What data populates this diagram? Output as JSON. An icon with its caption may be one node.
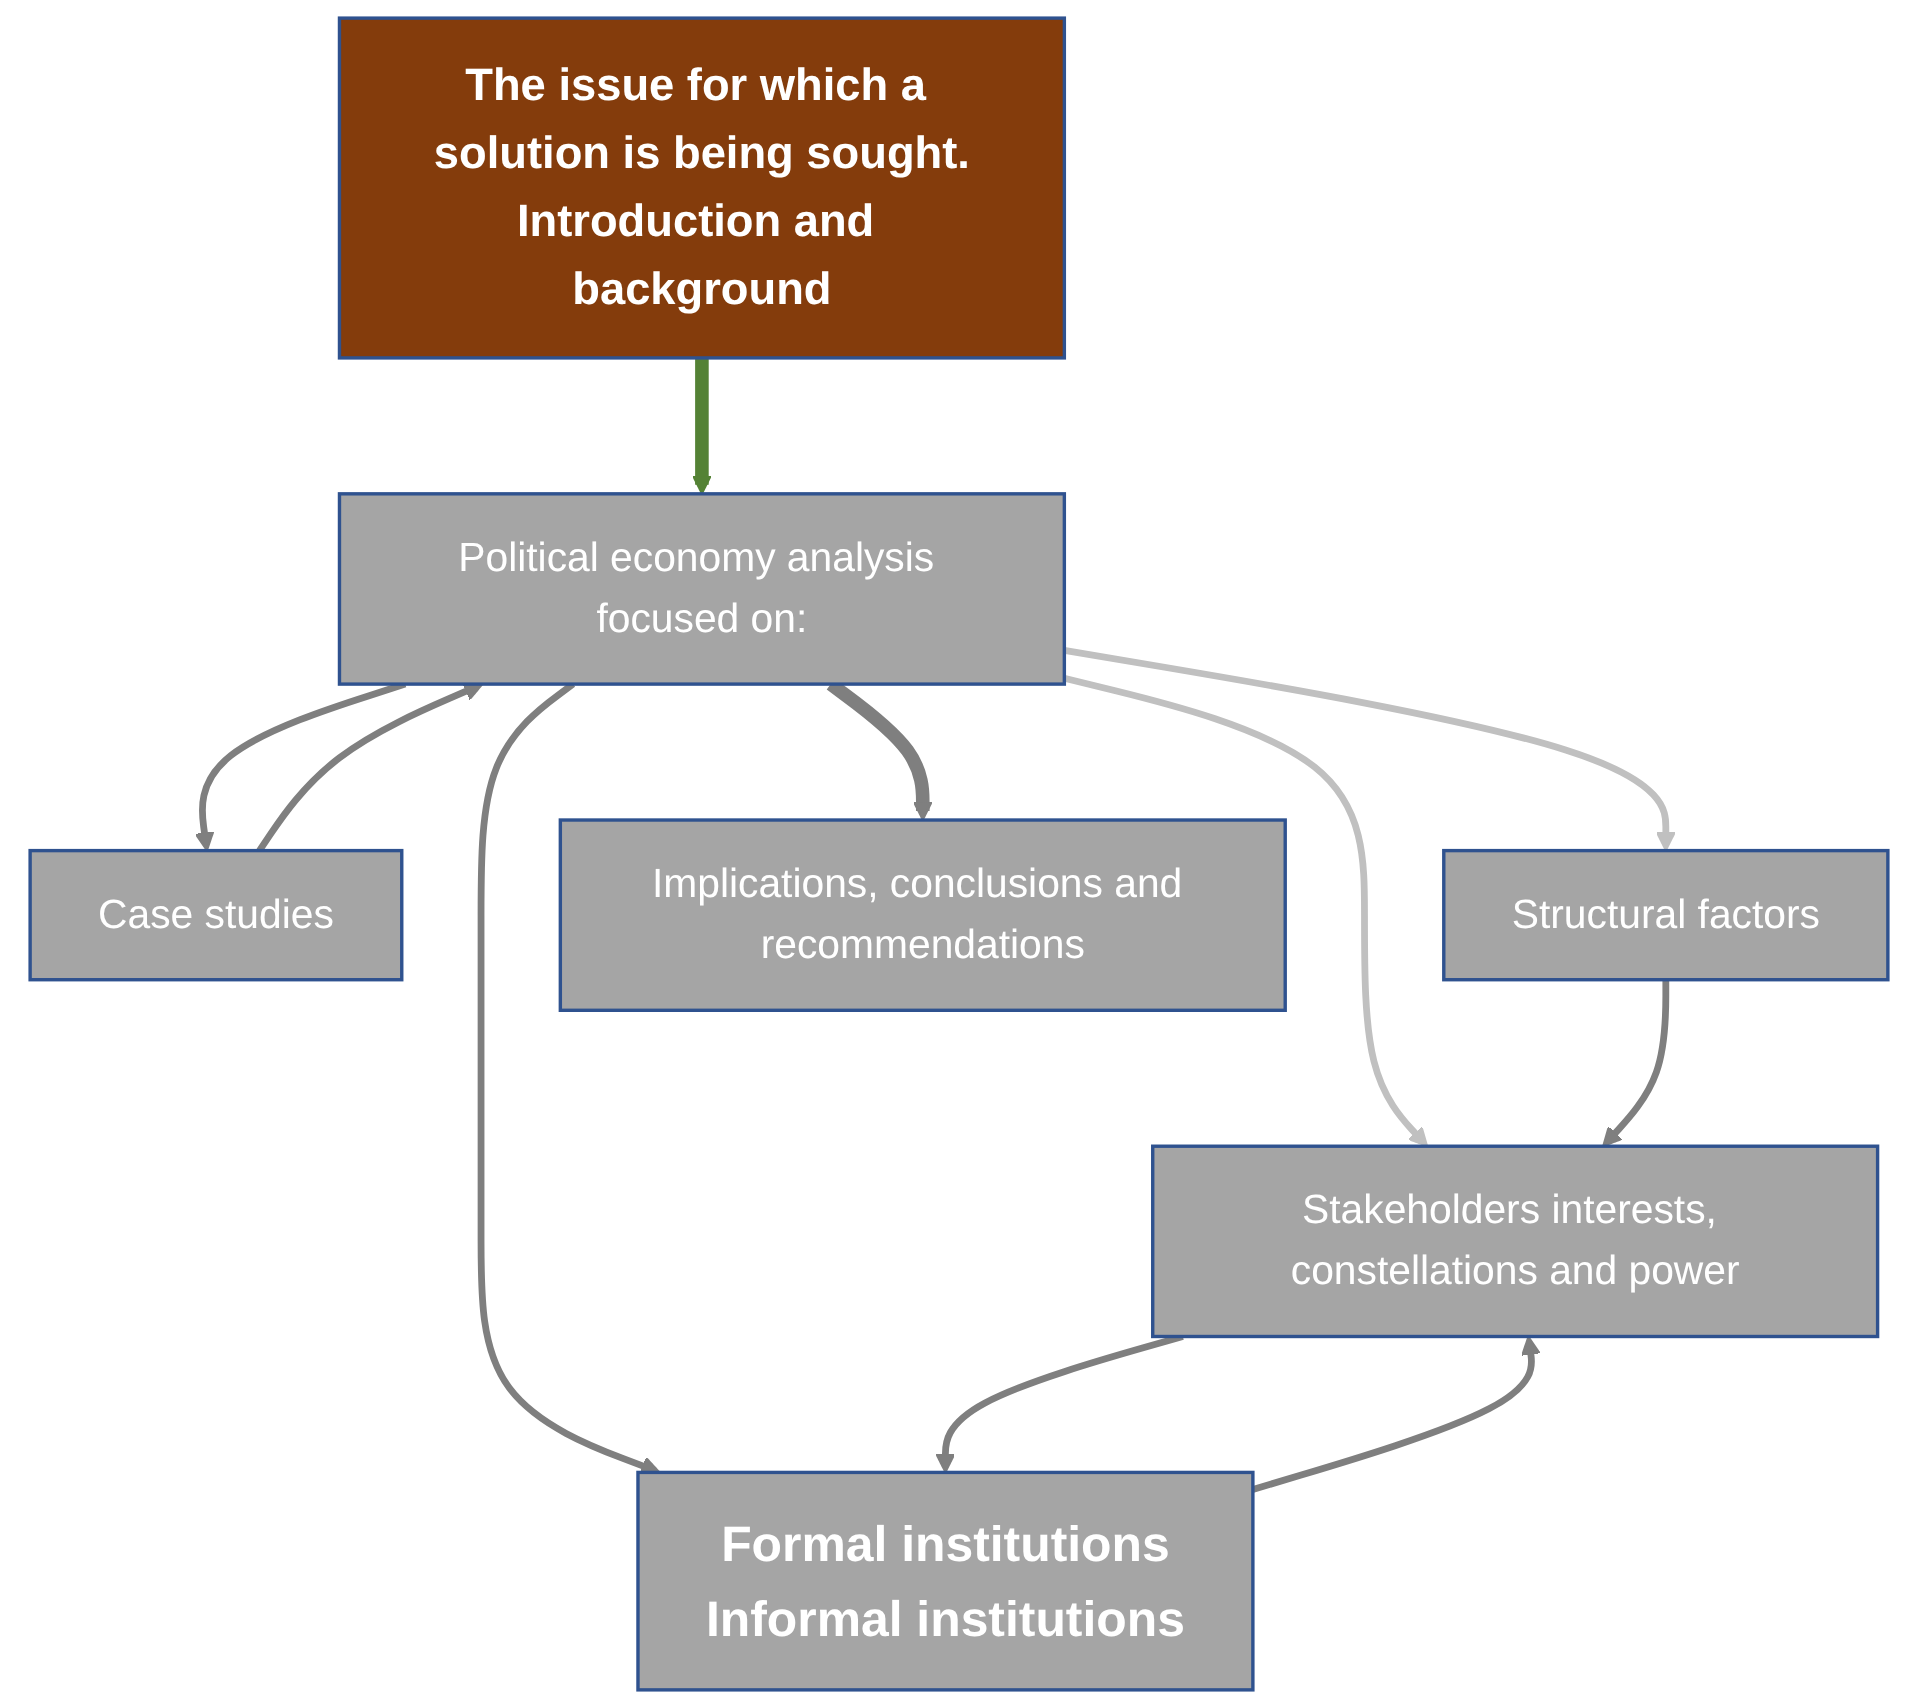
{
  "diagram": {
    "nodes": [
      {
        "text": [
          "The issue for which a solution is being sought.",
          "Introduction and background"
        ]
      },
      {
        "text": [
          "Case studies"
        ]
      },
      {
        "text": [
          "Political economy analysis focused on:"
        ]
      },
      {
        "text": [
          "Structural factors"
        ]
      },
      {
        "text": [
          "Formal institutions",
          "Informal institutions"
        ]
      },
      {
        "text": [
          "Stakeholders interests, constellations and power"
        ]
      },
      {
        "text": [
          "Implications, conclusions and recommendations"
        ]
      }
    ],
    "edges": [
      {
        "from": 0,
        "to": 2,
        "arrow": "to",
        "style": "thick",
        "color": "#548235"
      },
      {
        "from": 1,
        "to": 2,
        "arrow": "to"
      },
      {
        "from": 2,
        "to": 1,
        "arrow": "to"
      },
      {
        "from": 2,
        "to": 3,
        "arrow": "to",
        "color": "#c0c0c0"
      },
      {
        "from": 2,
        "to": 4,
        "arrow": "to"
      },
      {
        "from": 2,
        "to": 5,
        "arrow": "to",
        "color": "#c0c0c0"
      },
      {
        "from": 2,
        "to": 6,
        "arrow": "to",
        "style": "thick"
      },
      {
        "from": 5,
        "to": 4,
        "arrow": "to"
      },
      {
        "from": 4,
        "to": 5,
        "arrow": "to"
      },
      {
        "from": 3,
        "to": 5,
        "arrow": "to"
      }
    ]
  }
}
